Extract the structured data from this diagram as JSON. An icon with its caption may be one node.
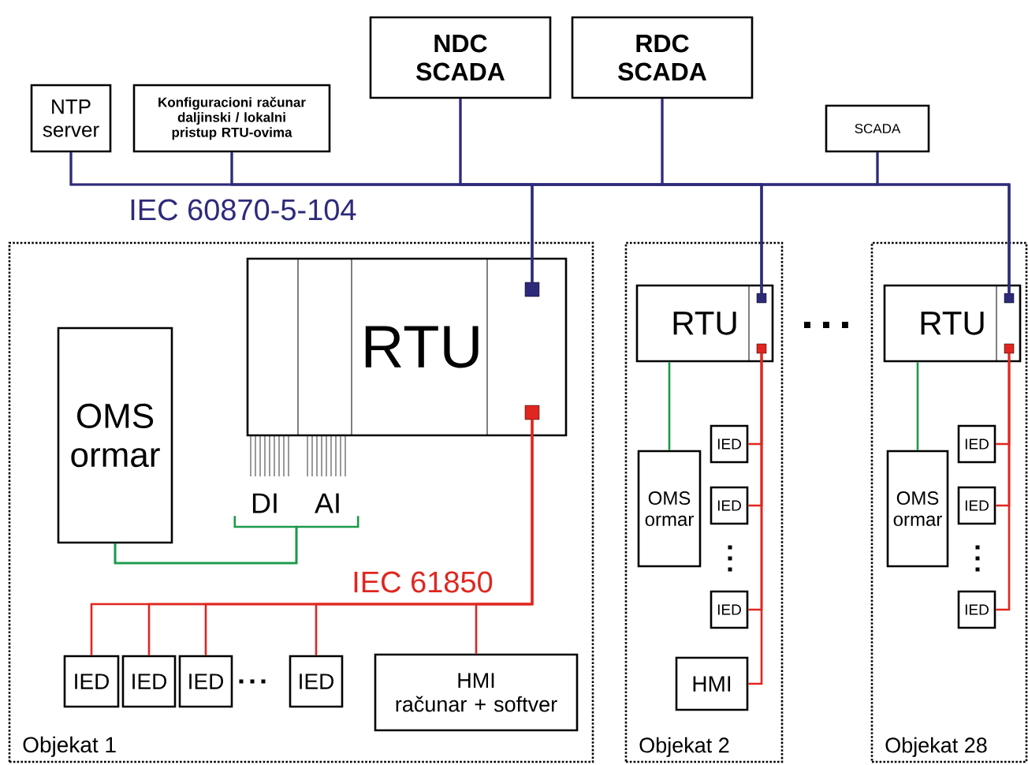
{
  "diagram": {
    "nodes": [
      {
        "text": [
          "NTP server"
        ]
      },
      {
        "text": [
          "Konfiguracioni računar daljinski / lokalni pristup RTU-ovima"
        ]
      },
      {
        "text": [
          "NDC SCADA"
        ]
      },
      {
        "text": [
          "RDC SCADA"
        ]
      },
      {
        "text": [
          "SCADA"
        ]
      },
      {
        "text": [
          "Objekat 1"
        ]
      },
      {
        "text": [
          "RTU"
        ],
        "in": 5
      },
      {
        "text": [],
        "shape": "box",
        "in": 6
      },
      {
        "text": [],
        "shape": "box",
        "in": 6
      },
      {
        "text": [
          "OMS ormar"
        ],
        "in": 5
      },
      {
        "text": [
          "DI"
        ],
        "in": 5
      },
      {
        "text": [
          "AI"
        ],
        "in": 5
      },
      {
        "text": [
          "IED"
        ],
        "in": 5
      },
      {
        "text": [
          "IED"
        ],
        "in": 5
      },
      {
        "text": [
          "IED"
        ],
        "in": 5
      },
      {
        "text": [
          "IED"
        ],
        "in": 5
      },
      {
        "text": [
          "HMI",
          "računar + softver"
        ],
        "in": 5
      },
      {
        "text": [
          "Objekat 2"
        ]
      },
      {
        "text": [
          "RTU"
        ],
        "in": 17
      },
      {
        "text": [],
        "shape": "box",
        "in": 18
      },
      {
        "text": [],
        "shape": "box",
        "in": 18
      },
      {
        "text": [
          "OMS ormar"
        ],
        "in": 17
      },
      {
        "text": [
          "IED"
        ],
        "in": 17
      },
      {
        "text": [
          "IED"
        ],
        "in": 17
      },
      {
        "text": [
          "IED"
        ],
        "in": 17
      },
      {
        "text": [
          "HMI"
        ],
        "in": 17
      },
      {
        "text": [
          "Objekat 28"
        ]
      },
      {
        "text": [
          "RTU"
        ],
        "in": 26
      },
      {
        "text": [],
        "shape": "box",
        "in": 27
      },
      {
        "text": [],
        "shape": "box",
        "in": 27
      },
      {
        "text": [
          "OMS ormar"
        ],
        "in": 26
      },
      {
        "text": [
          "IED"
        ],
        "in": 26
      },
      {
        "text": [
          "IED"
        ],
        "in": 26
      },
      {
        "text": [
          "IED"
        ],
        "in": 26
      }
    ],
    "edges": [
      {
        "from": 0,
        "to": 7,
        "arrow": "none"
      },
      {
        "from": 0,
        "to": 19,
        "arrow": "none"
      },
      {
        "from": 0,
        "to": 28,
        "arrow": "none"
      },
      {
        "from": 1,
        "to": 7,
        "arrow": "none"
      },
      {
        "from": 1,
        "to": 19,
        "arrow": "none"
      },
      {
        "from": 1,
        "to": 28,
        "arrow": "none"
      },
      {
        "from": 2,
        "to": 7,
        "arrow": "none"
      },
      {
        "from": 2,
        "to": 19,
        "arrow": "none"
      },
      {
        "from": 2,
        "to": 28,
        "arrow": "none"
      },
      {
        "from": 3,
        "to": 7,
        "arrow": "none"
      },
      {
        "from": 3,
        "to": 19,
        "arrow": "none"
      },
      {
        "from": 3,
        "to": 28,
        "arrow": "none"
      },
      {
        "from": 4,
        "to": 7,
        "arrow": "none"
      },
      {
        "from": 4,
        "to": 19,
        "arrow": "none"
      },
      {
        "from": 4,
        "to": 28,
        "arrow": "none"
      },
      {
        "from": 8,
        "to": 12,
        "arrow": "none",
        "color": "#e0261f"
      },
      {
        "from": 8,
        "to": 13,
        "arrow": "none",
        "color": "#e0261f"
      },
      {
        "from": 8,
        "to": 14,
        "arrow": "none",
        "color": "#e0261f"
      },
      {
        "from": 8,
        "to": 15,
        "arrow": "none",
        "color": "#e0261f"
      },
      {
        "from": 8,
        "to": 16,
        "arrow": "none",
        "color": "#e0261f"
      },
      {
        "from": 9,
        "to": 10,
        "arrow": "none",
        "color": "#1a9a4a"
      },
      {
        "from": 9,
        "to": 11,
        "arrow": "none",
        "color": "#1a9a4a"
      },
      {
        "from": 21,
        "to": 18,
        "arrow": "none",
        "color": "#1a9a4a"
      },
      {
        "from": 20,
        "to": 22,
        "arrow": "none",
        "color": "#e0261f"
      },
      {
        "from": 20,
        "to": 23,
        "arrow": "none",
        "color": "#e0261f"
      },
      {
        "from": 20,
        "to": 24,
        "arrow": "none",
        "color": "#e0261f"
      },
      {
        "from": 20,
        "to": 25,
        "arrow": "none",
        "color": "#e0261f"
      },
      {
        "from": 30,
        "to": 27,
        "arrow": "none",
        "color": "#1a9a4a"
      },
      {
        "from": 29,
        "to": 31,
        "arrow": "none",
        "color": "#e0261f"
      },
      {
        "from": 29,
        "to": 32,
        "arrow": "none",
        "color": "#e0261f"
      },
      {
        "from": 29,
        "to": 33,
        "arrow": "none",
        "color": "#e0261f"
      }
    ],
    "labels": [
      "IEC 60870-5-104",
      "IEC 61850"
    ]
  }
}
